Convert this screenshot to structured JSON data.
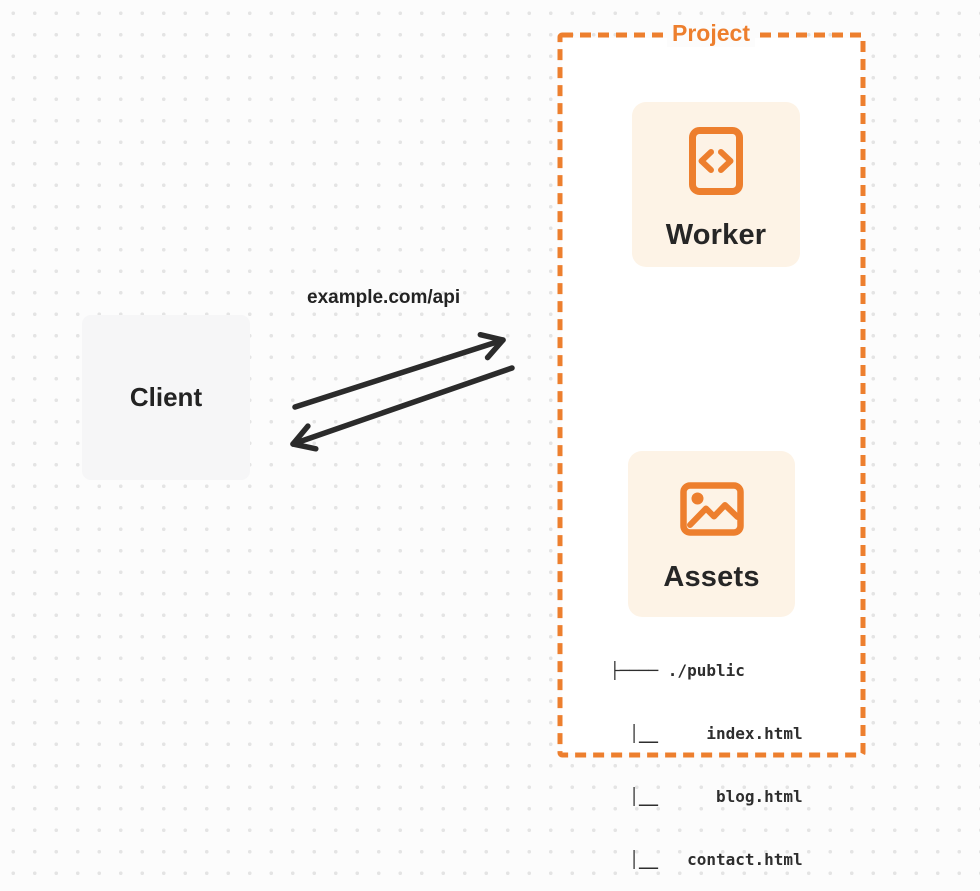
{
  "colors": {
    "accent_orange": "#ED7F2E",
    "card_background": "#FDF3E6",
    "client_background": "#F6F6F7",
    "project_fill": "#FFFFFF",
    "arrow": "#2B2B2B",
    "text": "#262626",
    "page_background": "#FCFCFC",
    "dot_grid": "#E4E4E4"
  },
  "project": {
    "label": "Project"
  },
  "client": {
    "label": "Client"
  },
  "worker": {
    "label": "Worker",
    "icon": "code-file-icon"
  },
  "assets": {
    "label": "Assets",
    "icon": "image-icon"
  },
  "request": {
    "label": "example.com/api"
  },
  "file_tree": {
    "lines": [
      "├──── ./public",
      "  │__     index.html",
      "  │__      blog.html",
      "  │__   contact.html"
    ]
  }
}
